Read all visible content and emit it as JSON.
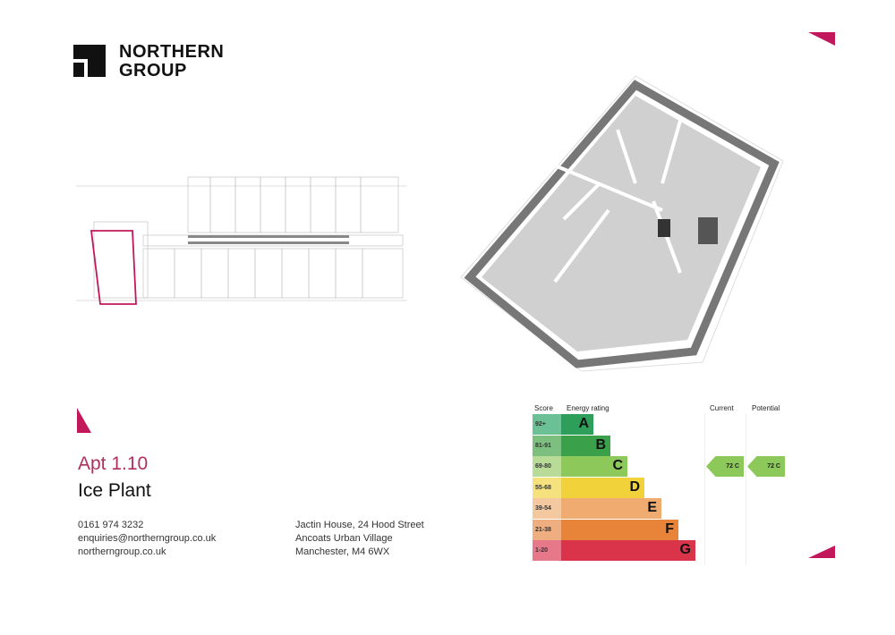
{
  "logo": {
    "line1": "NORTHERN",
    "line2": "GROUP"
  },
  "apartment": {
    "number": "Apt 1.10",
    "building": "Ice Plant"
  },
  "contact": {
    "phone": "0161 974 3232",
    "email": "enquiries@northerngroup.co.uk",
    "website": "northerngroup.co.uk"
  },
  "address": {
    "line1": "Jactin House, 24 Hood Street",
    "line2": "Ancoats Urban Village",
    "line3": "Manchester, M4 6WX"
  },
  "accent_color": "#c2185b",
  "epc": {
    "headers": {
      "score": "Score",
      "rating": "Energy rating",
      "current": "Current",
      "potential": "Potential"
    },
    "bands": [
      {
        "score": "92+",
        "letter": "A",
        "color": "#2e9e5b",
        "score_color": "#6cc096"
      },
      {
        "score": "81-91",
        "letter": "B",
        "color": "#3aa04a",
        "score_color": "#7cbf7e"
      },
      {
        "score": "69-80",
        "letter": "C",
        "color": "#8cc85a",
        "score_color": "#b8dc98"
      },
      {
        "score": "55-68",
        "letter": "D",
        "color": "#f2d23a",
        "score_color": "#f5e27f"
      },
      {
        "score": "39-54",
        "letter": "E",
        "color": "#f0ac70",
        "score_color": "#f4c9a0"
      },
      {
        "score": "21-38",
        "letter": "F",
        "color": "#e8833a",
        "score_color": "#efae80"
      },
      {
        "score": "1-20",
        "letter": "G",
        "color": "#d9344a",
        "score_color": "#e7788a"
      }
    ],
    "current": "72 C",
    "potential": "72 C"
  }
}
